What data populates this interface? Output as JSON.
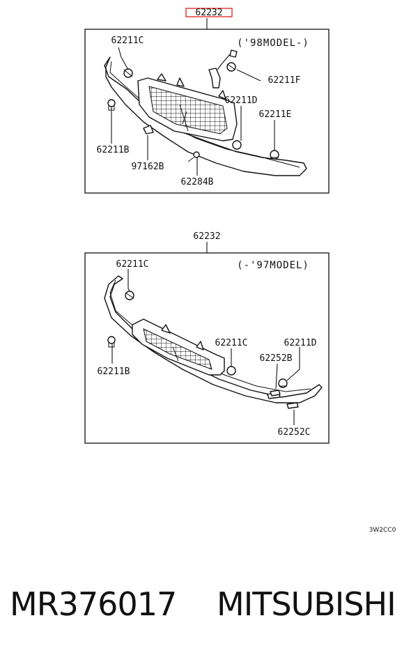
{
  "upper": {
    "main_part": "62232",
    "model_note": "('98MODEL-)",
    "labels": {
      "clip_c": "62211C",
      "clip_f": "62211F",
      "clip_d": "62211D",
      "clip_e": "62211E",
      "clip_b": "62211B",
      "bracket": "97162B",
      "screw": "62284B"
    }
  },
  "lower": {
    "main_part": "62232",
    "model_note": "(-'97MODEL)",
    "labels": {
      "clip_c_left": "62211C",
      "clip_b": "62211B",
      "clip_c_right": "62211C",
      "clip_d": "62211D",
      "tape_b": "62252B",
      "tape_c": "62252C"
    }
  },
  "diagram_code": "3W2CC0",
  "footer": {
    "part_number": "MR376017",
    "brand": "MITSUBISHI"
  }
}
